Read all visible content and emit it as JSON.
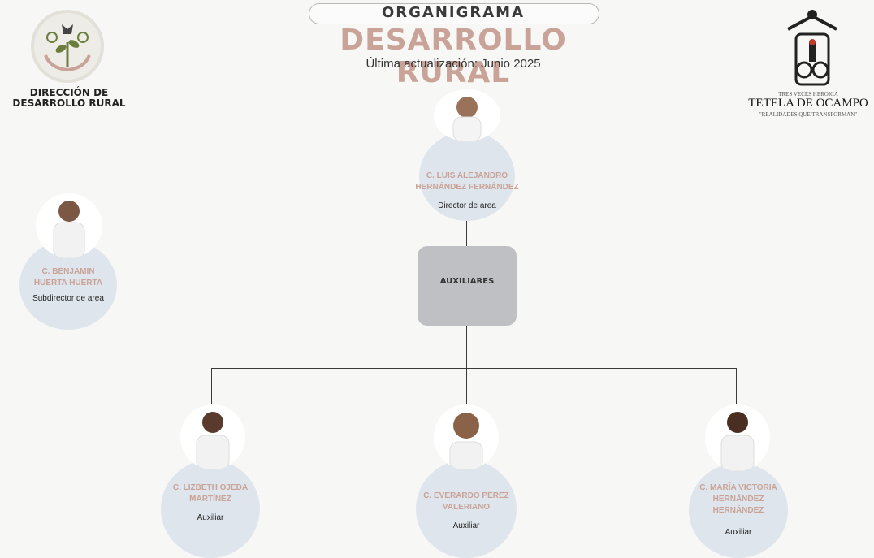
{
  "header": {
    "top_label": "ORGANIGRAMA",
    "main_title": "DESARROLLO RURAL",
    "updated": "Última actualización: Junio 2025"
  },
  "left_logo": {
    "text_line1": "DIRECCIÓN DE",
    "text_line2": "DESARROLLO RURAL"
  },
  "right_logo": {
    "small_top": "TRES VECES HEROICA",
    "name": "TETELA DE OCAMPO",
    "motto": "\"REALIDADES QUE TRANSFORMAN\""
  },
  "org": {
    "director": {
      "name1": "C. LUIS ALEJANDRO",
      "name2": "HERNÁNDEZ FERNÁNDEZ",
      "role": "Director de area"
    },
    "subdirector": {
      "name1": "C. BENJAMIN",
      "name2": "HUERTA HUERTA",
      "role": "Subdirector de area"
    },
    "aux_box": "AUXILIARES",
    "aux1": {
      "name1": "C. LIZBETH  OJEDA",
      "name2": "MARTÍNEZ",
      "role": "Auxiliar"
    },
    "aux2": {
      "name1": "C. EVERARDO PÉREZ",
      "name2": "VALERIANO",
      "role": "Auxiliar"
    },
    "aux3": {
      "name1": "C. MARÍA VICTORIA",
      "name2": "HERNÁNDEZ",
      "name3": "HERNÁNDEZ",
      "role": "Auxiliar"
    }
  },
  "colors": {
    "accent": "#c9a397",
    "bubble": "#dfe5ec",
    "box": "#bfc0c4"
  }
}
